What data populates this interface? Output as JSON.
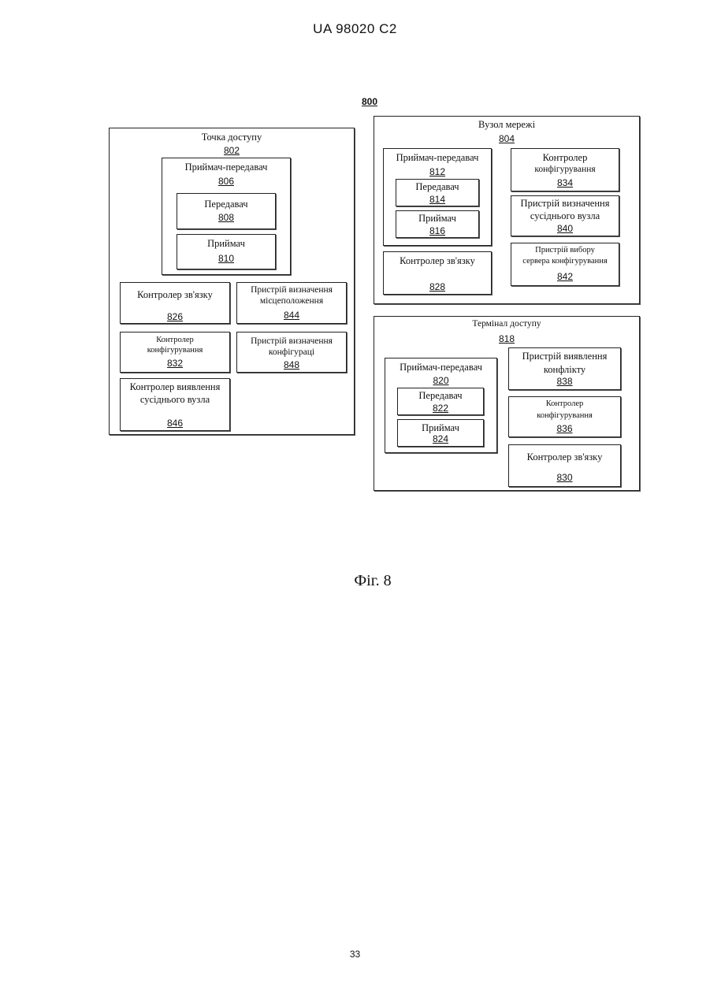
{
  "header": "UA   98020   C2",
  "page_number": "33",
  "figure_caption": "Фіг. 8",
  "system_number": "800",
  "access_point": {
    "title": "Точка доступу",
    "num": "802",
    "transceiver": {
      "title": "Приймач-передавач",
      "num": "806",
      "transmitter": {
        "title": "Передавач",
        "num": "808"
      },
      "receiver": {
        "title": "Приймач",
        "num": "810"
      }
    },
    "link_controller": {
      "title": "Контролер зв'язку",
      "num": "826"
    },
    "location_device": {
      "title1": "Пристрій визначення",
      "title2": "місцеположення",
      "num": "844"
    },
    "config_controller": {
      "title1": "Контролер",
      "title2": "конфігурування",
      "num": "832"
    },
    "config_device": {
      "title1": "Пристрій визначення",
      "title2": "конфігураці",
      "num": "848"
    },
    "neighbor_controller": {
      "title1": "Контролер виявлення",
      "title2": "сусіднього вузла",
      "num": "846"
    }
  },
  "network_node": {
    "title": "Вузол мережі",
    "num": "804",
    "transceiver": {
      "title": "Приймач-передавач",
      "num": "812",
      "transmitter": {
        "title": "Передавач",
        "num": "814"
      },
      "receiver": {
        "title": "Приймач",
        "num": "816"
      }
    },
    "link_controller": {
      "title": "Контролер зв'язку",
      "num": "828"
    },
    "config_controller": {
      "title1": "Контролер",
      "title2": "конфігурування",
      "num": "834"
    },
    "neighbor_device": {
      "title1": "Пристрій визначення",
      "title2": "сусіднього вузла",
      "num": "840"
    },
    "server_select_device": {
      "title1": "Пристрій вибору",
      "title2": "сервера конфігурування",
      "num": "842"
    }
  },
  "access_terminal": {
    "title": "Термінал доступу",
    "num": "818",
    "transceiver": {
      "title": "Приймач-передавач",
      "num": "820",
      "transmitter": {
        "title": "Передавач",
        "num": "822"
      },
      "receiver": {
        "title": "Приймач",
        "num": "824"
      }
    },
    "conflict_device": {
      "title1": "Пристрій виявлення",
      "title2": "конфлікту",
      "num": "838"
    },
    "config_controller": {
      "title1": "Контролер",
      "title2": "конфігурування",
      "num": "836"
    },
    "link_controller": {
      "title": "Контролер зв'язку",
      "num": "830"
    }
  }
}
